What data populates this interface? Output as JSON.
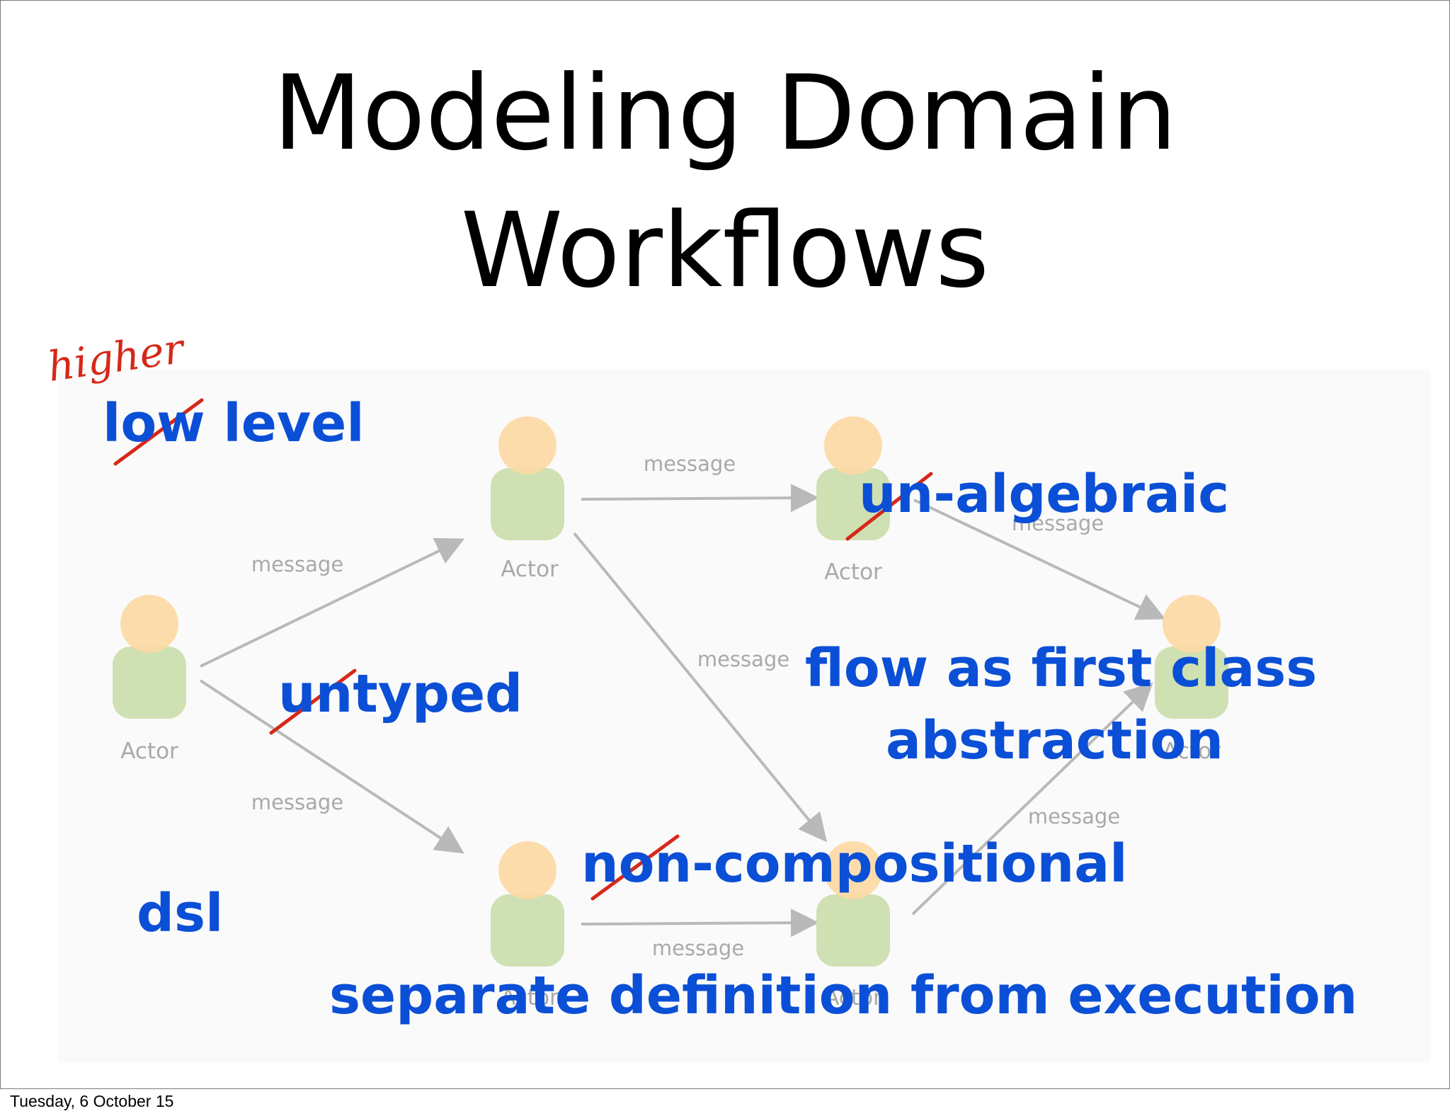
{
  "slide": {
    "title_line1": "Modeling Domain",
    "title_line2": "Workflows"
  },
  "diagram": {
    "actor_label": "Actor",
    "edge_label": "message",
    "actor_head_color": "#fcd9a4",
    "actor_body_color": "#cfe0b2",
    "edge_color": "#b9b9b9",
    "label_color": "#a9a9a9"
  },
  "annotations": {
    "handwritten": "higher",
    "low_level": "low level",
    "untyped": "untyped",
    "un_algebraic": "un-algebraic",
    "flow_line1": "flow as first class",
    "flow_line2": "abstraction",
    "non_compositional": "non-compositional",
    "dsl": "dsl",
    "separate": "separate definition from execution",
    "annotation_color": "#0b4fd6",
    "strike_color": "#d6281a"
  },
  "footer": {
    "date": "Tuesday, 6 October 15"
  }
}
